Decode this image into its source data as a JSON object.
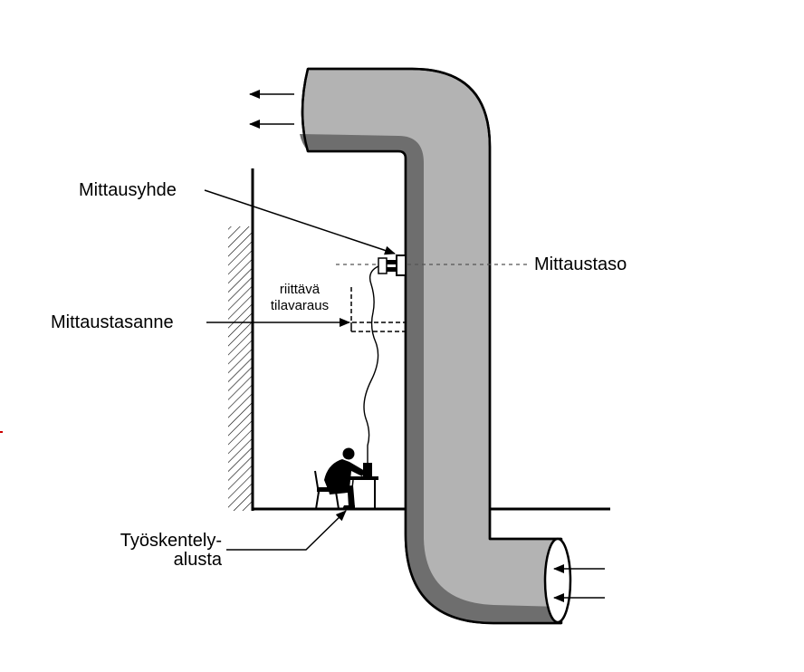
{
  "labels": {
    "mittausyhde": "Mittausyhde",
    "mittaustaso": "Mittaustaso",
    "riittava": "riittävä",
    "tilavaraus": "tilavaraus",
    "mittaustasanne": "Mittaustasanne",
    "tyoskentely_1": "Työskentely-",
    "tyoskentely_2": "alusta"
  },
  "colors": {
    "duct_fill": "#b3b3b3",
    "duct_shadow": "#6e6e6e",
    "line": "#000000",
    "background": "#ffffff"
  },
  "icons": {
    "worker": "seated-person-at-desk-icon",
    "flow_arrows": "left-arrow-icon"
  }
}
